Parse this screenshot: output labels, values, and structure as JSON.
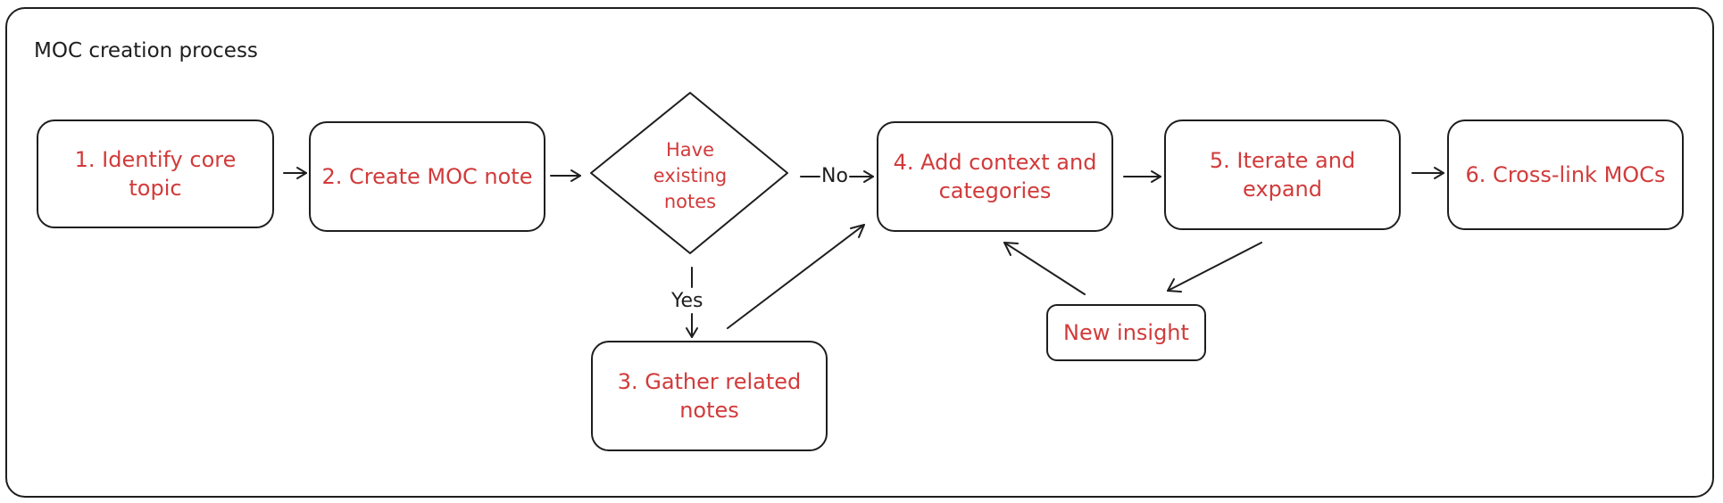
{
  "diagram": {
    "title": "MOC creation process",
    "nodes": [
      {
        "id": "n1",
        "label": "1. Identify core topic",
        "shape": "rounded-rect"
      },
      {
        "id": "n2",
        "label": "2. Create MOC note",
        "shape": "rounded-rect"
      },
      {
        "id": "d1",
        "label": "Have existing notes",
        "shape": "diamond"
      },
      {
        "id": "n3",
        "label": "3. Gather related notes",
        "shape": "rounded-rect"
      },
      {
        "id": "n4",
        "label": "4. Add context and categories",
        "shape": "rounded-rect"
      },
      {
        "id": "n5",
        "label": "5. Iterate and expand",
        "shape": "rounded-rect"
      },
      {
        "id": "n6",
        "label": "6. Cross-link MOCs",
        "shape": "rounded-rect"
      },
      {
        "id": "ni",
        "label": "New insight",
        "shape": "rounded-rect"
      }
    ],
    "edges": [
      {
        "from": "n1",
        "to": "n2",
        "label": ""
      },
      {
        "from": "n2",
        "to": "d1",
        "label": ""
      },
      {
        "from": "d1",
        "to": "n4",
        "label": "No"
      },
      {
        "from": "d1",
        "to": "n3",
        "label": "Yes"
      },
      {
        "from": "n3",
        "to": "n4",
        "label": ""
      },
      {
        "from": "n4",
        "to": "n5",
        "label": ""
      },
      {
        "from": "n5",
        "to": "n6",
        "label": ""
      },
      {
        "from": "n5",
        "to": "ni",
        "label": ""
      },
      {
        "from": "ni",
        "to": "n4",
        "label": ""
      }
    ],
    "colors": {
      "node_text": "#d23a3a",
      "stroke": "#1e1e1e",
      "background": "#ffffff"
    }
  }
}
